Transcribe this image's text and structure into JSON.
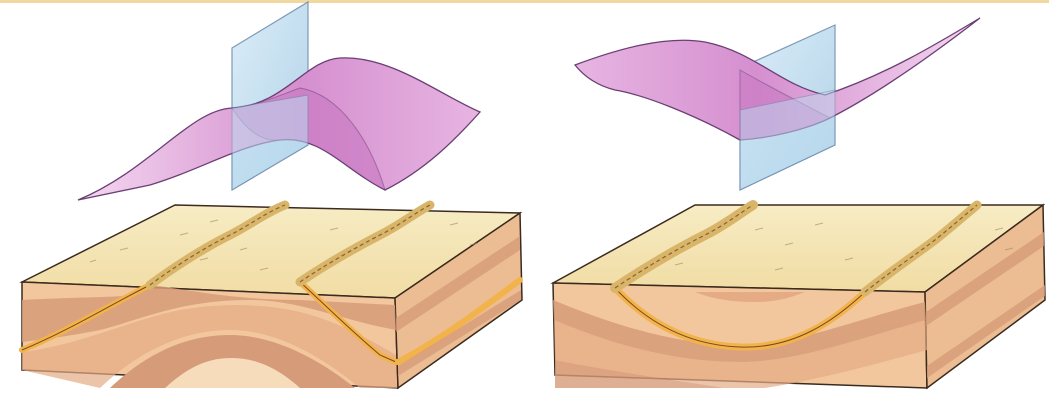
{
  "diagram": {
    "panels": [
      {
        "id": "anticline",
        "fold_type": "anticline",
        "elements": [
          "axial-plane",
          "fold-surface",
          "block-diagram",
          "outcrop-ridges"
        ]
      },
      {
        "id": "syncline",
        "fold_type": "syncline",
        "elements": [
          "axial-plane",
          "fold-surface",
          "block-diagram",
          "outcrop-ridges"
        ]
      }
    ],
    "colors": {
      "top_border": "#f0d8a0",
      "axial_plane": "#bcdcf0",
      "axial_plane_edge": "#6f8fb0",
      "fold_surface": "#d58fcf",
      "fold_surface_light": "#f2d2ee",
      "fold_surface_edge": "#6a3f74",
      "block_top": "#f6e7b6",
      "strata_light": "#f3c79e",
      "strata_mid": "#e4ab84",
      "strata_dark": "#d69b78",
      "marker_bed": "#f2b34a",
      "outcrop": "#d9b56a",
      "outline": "#3b2a1e"
    }
  }
}
